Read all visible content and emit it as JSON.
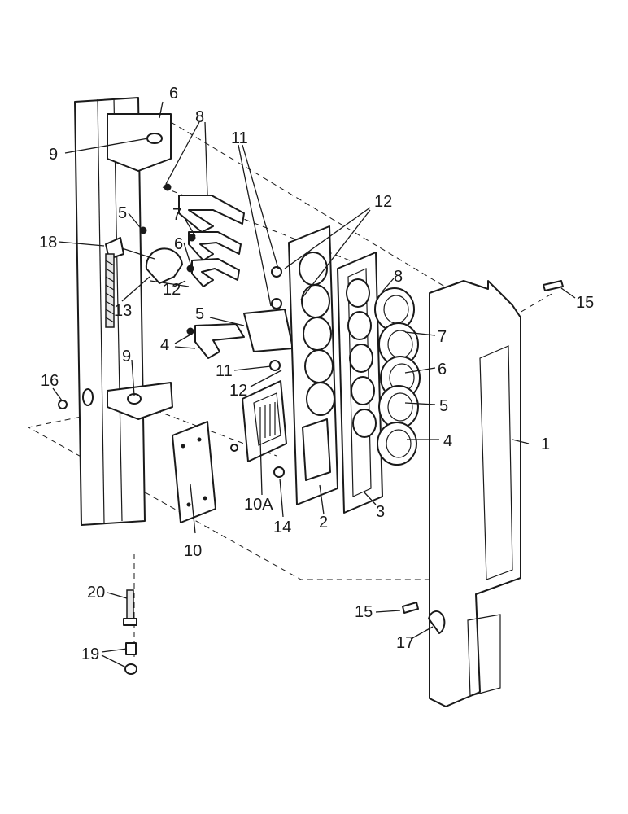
{
  "callouts": {
    "c1": "1",
    "c2": "2",
    "c3": "3",
    "c4a": "4",
    "c4b": "4",
    "c5a": "5",
    "c5b": "5",
    "c5c": "5",
    "c6a": "6",
    "c6b": "6",
    "c6c": "6",
    "c7a": "7",
    "c7b": "7",
    "c8a": "8",
    "c8b": "8",
    "c9a": "9",
    "c9b": "9",
    "c10": "10",
    "c10a": "10A",
    "c11a": "11",
    "c11b": "11",
    "c12a": "12",
    "c12b": "12",
    "c12c": "12",
    "c13": "13",
    "c14": "14",
    "c15a": "15",
    "c15b": "15",
    "c16": "16",
    "c17": "17",
    "c18": "18",
    "c19": "19",
    "c20": "20"
  },
  "icons": [
    "gauge-icon",
    "screw-icon",
    "nut-icon",
    "bracket-icon",
    "plate-icon"
  ]
}
